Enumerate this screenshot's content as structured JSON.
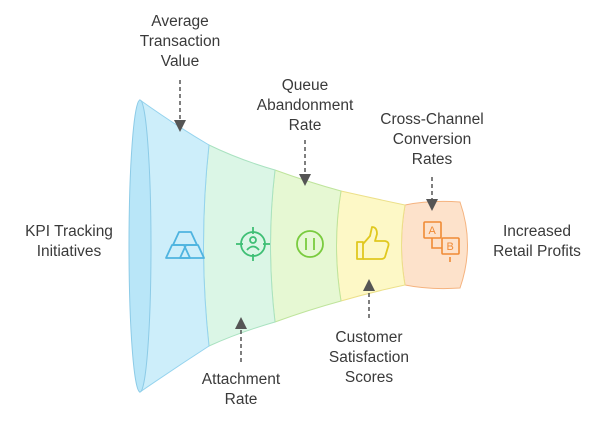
{
  "diagram": {
    "input_label": [
      "KPI Tracking",
      "Initiatives"
    ],
    "output_label": [
      "Increased",
      "Retail Profits"
    ],
    "stages": [
      {
        "name": "Average Transaction Value",
        "label": [
          "Average",
          "Transaction",
          "Value"
        ],
        "position": "above",
        "icon": "gold-bars-icon",
        "fill": "#cdeefa",
        "stroke": "#4fb4e0"
      },
      {
        "name": "Attachment Rate",
        "label": [
          "Attachment",
          "Rate"
        ],
        "position": "below",
        "icon": "target-person-icon",
        "fill": "#dbf6e6",
        "stroke": "#3fbf75"
      },
      {
        "name": "Queue Abandonment Rate",
        "label": [
          "Queue",
          "Abandonment",
          "Rate"
        ],
        "position": "above",
        "icon": "pause-circle-icon",
        "fill": "#e6f8d3",
        "stroke": "#7acb3e"
      },
      {
        "name": "Customer Satisfaction Scores",
        "label": [
          "Customer",
          "Satisfaction",
          "Scores"
        ],
        "position": "below",
        "icon": "thumbs-up-icon",
        "fill": "#fdf8c6",
        "stroke": "#e0c81f"
      },
      {
        "name": "Cross-Channel Conversion Rates",
        "label": [
          "Cross-Channel",
          "Conversion",
          "Rates"
        ],
        "position": "above",
        "icon": "ab-test-icon",
        "fill": "#fde2cb",
        "stroke": "#f08a35"
      }
    ],
    "colors": {
      "text": "#3a3a3a",
      "arrow": "#555555"
    }
  }
}
